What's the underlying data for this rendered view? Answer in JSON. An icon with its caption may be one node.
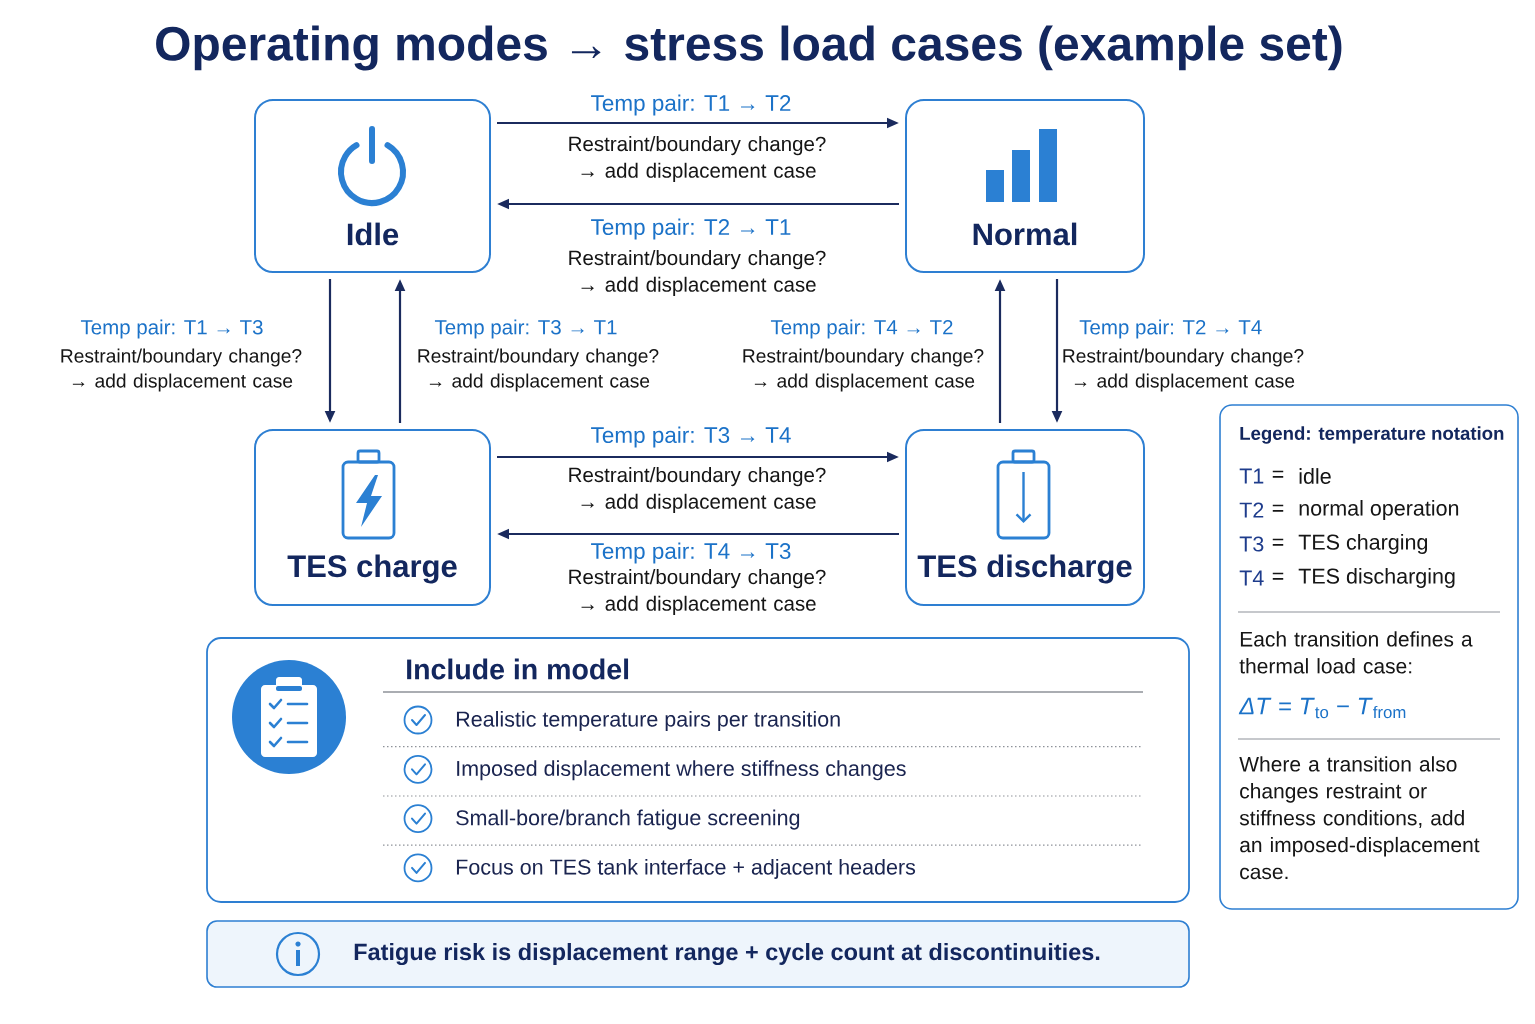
{
  "diagram": {
    "title": "Operating modes → stress load cases (example set)",
    "nodes": [
      {
        "text": [
          "Idle"
        ]
      },
      {
        "text": [
          "Normal"
        ]
      },
      {
        "text": [
          "TES charge"
        ]
      },
      {
        "text": [
          "TES discharge"
        ]
      },
      {
        "text": [
          "Include in model",
          "Realistic temperature pairs per transition",
          "Imposed displacement where stiffness changes",
          "Small-bore/branch fatigue screening",
          "Focus on TES tank interface + adjacent headers"
        ]
      },
      {
        "text": [
          "Fatigue risk is displacement range + cycle count at discontinuities."
        ]
      },
      {
        "text": [
          "Legend: temperature notation",
          "T1",
          "=",
          "idle",
          "T2",
          "=",
          "normal operation",
          "T3",
          "=",
          "TES charging",
          "T4",
          "=",
          "TES discharging",
          "Each transition defines a thermal load case:",
          "*ΔT* = *T*$_{to}$ − *T*$_{from}$",
          "Where a transition also changes restraint or stiffness conditions, add an imposed-displacement case."
        ]
      }
    ],
    "edges": [
      {
        "from": 0,
        "to": 1,
        "arrow": "to",
        "label": "Temp pair: T1 → T2"
      },
      {
        "from": 1,
        "to": 0,
        "arrow": "to",
        "label": "Temp pair: T2 → T1"
      },
      {
        "from": 0,
        "to": 2,
        "arrow": "to",
        "label": "Temp pair: T1 → T3"
      },
      {
        "from": 2,
        "to": 0,
        "arrow": "to",
        "label": "Temp pair: T3 → T1"
      },
      {
        "from": 3,
        "to": 1,
        "arrow": "to",
        "label": "Temp pair: T4 → T2"
      },
      {
        "from": 1,
        "to": 3,
        "arrow": "to",
        "label": "Temp pair: T2 → T4"
      },
      {
        "from": 2,
        "to": 3,
        "arrow": "to",
        "label": "Temp pair: T3 → T4"
      },
      {
        "from": 3,
        "to": 2,
        "arrow": "to",
        "label": "Temp pair: T4 → T3"
      }
    ],
    "labels": [
      "Restraint/boundary change? → add displacement case",
      "Restraint/boundary change? → add displacement case",
      "Restraint/boundary change? → add displacement case",
      "Restraint/boundary change? → add displacement case",
      "Restraint/boundary change? → add displacement case",
      "Restraint/boundary change? → add displacement case",
      "Restraint/boundary change? → add displacement case",
      "Restraint/boundary change? → add displacement case"
    ]
  }
}
